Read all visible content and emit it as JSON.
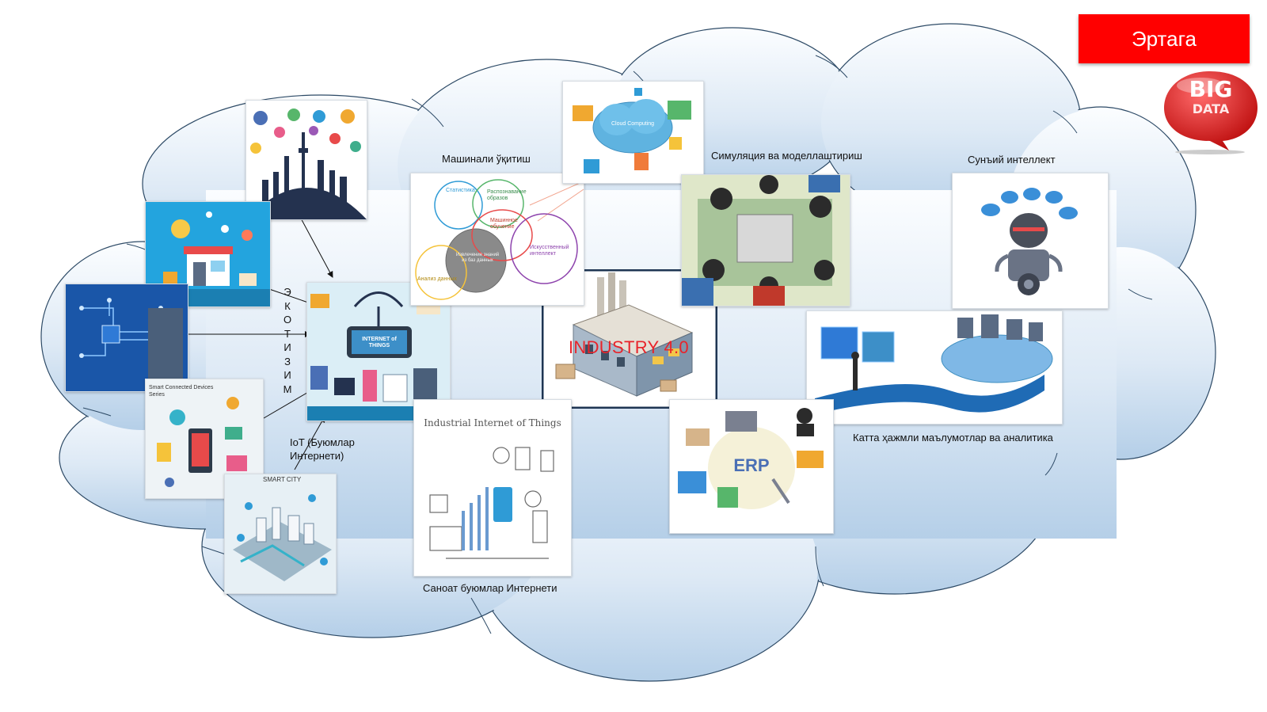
{
  "center": {
    "label": "INDUSTRY 4.0"
  },
  "badge": {
    "label": "Эртага"
  },
  "bigdata_logo": {
    "line1": "BIG",
    "line2": "DATA"
  },
  "ecosystem_vertical": [
    "Э",
    "К",
    "О",
    "Т",
    "И",
    "З",
    "И",
    "М"
  ],
  "labels": {
    "iot": "IoT (Буюмлар Интернети)",
    "machine_learning": "Машинали ўқитиш",
    "simulation": "Симуляция ва моделлаштириш",
    "ai": "Сунъий интеллект",
    "big_data": "Катта ҳажмли маълумотлар ва аналитика",
    "iiot": "Саноат буюмлар Интернети"
  },
  "tiles": {
    "iot_hub_title": "INTERNET of THINGS",
    "smart_devices_title": "Smart Connected Devices Series",
    "smart_city_title": "SMART CITY",
    "iiot_title": "Industrial Internet of Things",
    "cloud_title": "Cloud Computing",
    "erp_title": "ERP",
    "ml_circles": [
      "Статистика",
      "Распознавание образов",
      "Машинное обучение",
      "Искусственный интеллект",
      "Анализ данных",
      "Извлечение знаний из баз данных"
    ]
  },
  "colors": {
    "cloud_fill_top": "#fdfeff",
    "cloud_fill_bottom": "#b9d2ea",
    "cloud_stroke": "#2d4a66",
    "badge_red": "#ff0000",
    "industry_red": "#e8232a"
  }
}
